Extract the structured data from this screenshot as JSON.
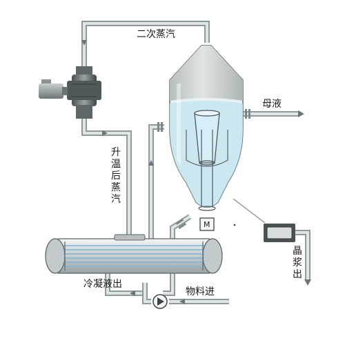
{
  "labels": {
    "secondary_steam": "二次蒸汽",
    "mother_liquor": "母液",
    "heated_steam": "升温后蒸汽",
    "crystal_slurry_out": "晶浆出",
    "condensate_out": "冷凝液出",
    "feed_in": "物料进",
    "motor": "M"
  },
  "colors": {
    "pipe_fill": "#dfe5e5",
    "pipe_stroke": "#8e9a9b",
    "vessel_body": "#e8f2f6",
    "vessel_top": "#c9cfcf",
    "liquid": "#bfe3ee",
    "outline": "#5b6466",
    "tube_blue": "#7fb4d8"
  }
}
